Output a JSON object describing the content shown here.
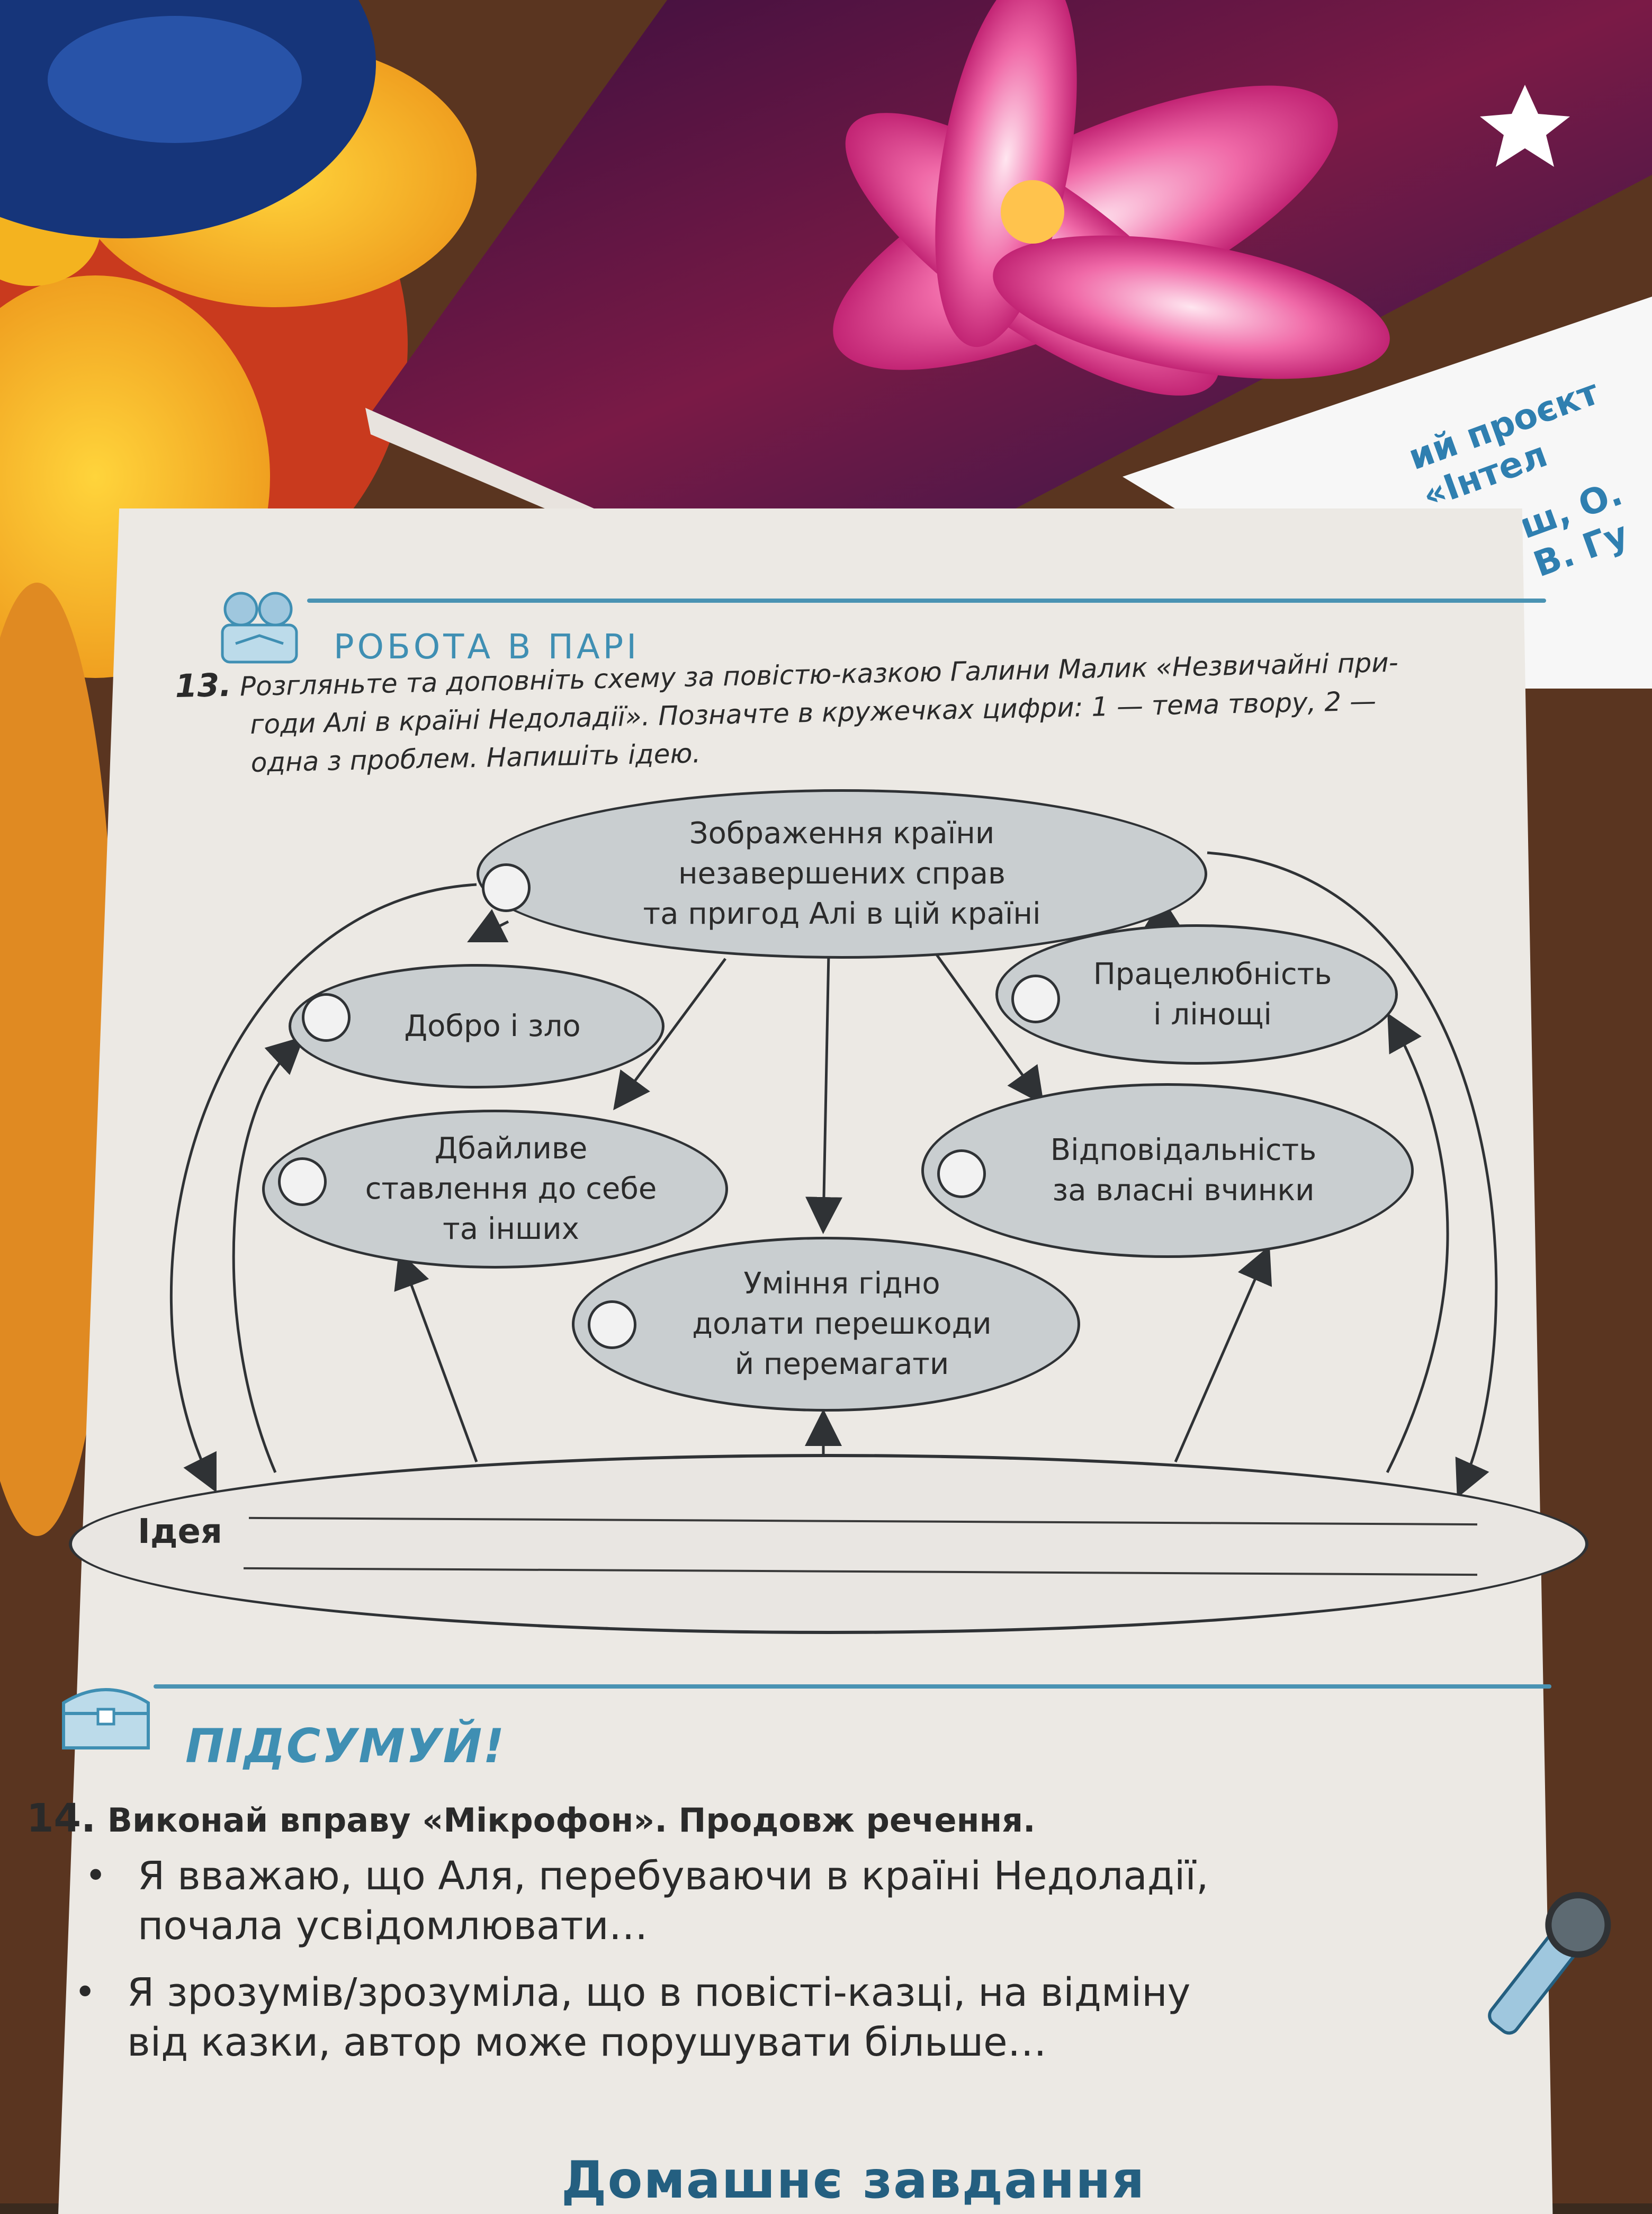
{
  "corner_book": {
    "line1": "ий проєкт «Інтел",
    "line2": "ш, О. В. Гу"
  },
  "pair_work": {
    "title": "РОБОТА В ПАРІ",
    "task_number": "13.",
    "task_text_line1": "Розгляньте та доповніть схему за повістю-казкою Галини Малик «Незвичайні при-",
    "task_text_line2": "годи Алі в країні Недоладії». Позначте в кружечках цифри: 1 — тема твору, 2 —",
    "task_text_line3": "одна з проблем. Напишіть ідею."
  },
  "diagram": {
    "top": "Зображення країни\nнезавершених справ\nта пригод Алі в цій країні",
    "left_top": "Добро і зло",
    "right_top": "Працелюбність\nі лінощі",
    "left_mid": "Дбайливе\nставлення до себе\nта інших",
    "right_mid": "Відповідальність\nза власні вчинки",
    "bottom_mid": "Уміння гідно\nдолати перешкоди\nй перемагати",
    "idea_label": "Ідея"
  },
  "summary": {
    "title": "ПІДСУМУЙ!",
    "task_number": "14.",
    "task_text": "Виконай вправу «Мікрофон». Продовж речення.",
    "bullet1_line1": "Я вважаю, що Аля, перебуваючи в країні Недоладії,",
    "bullet1_line2": "почала усвідомлювати…",
    "bullet2_line1": "Я зрозумів/зрозуміла, що в повісті-казці, на відміну",
    "bullet2_line2": "від казки, автор може порушувати більше…",
    "footer_partial": "Домашнє завдання"
  },
  "colors": {
    "accent": "#3f8fb3",
    "ellipse_fill": "#c9ced0",
    "page": "#ece9e4"
  }
}
